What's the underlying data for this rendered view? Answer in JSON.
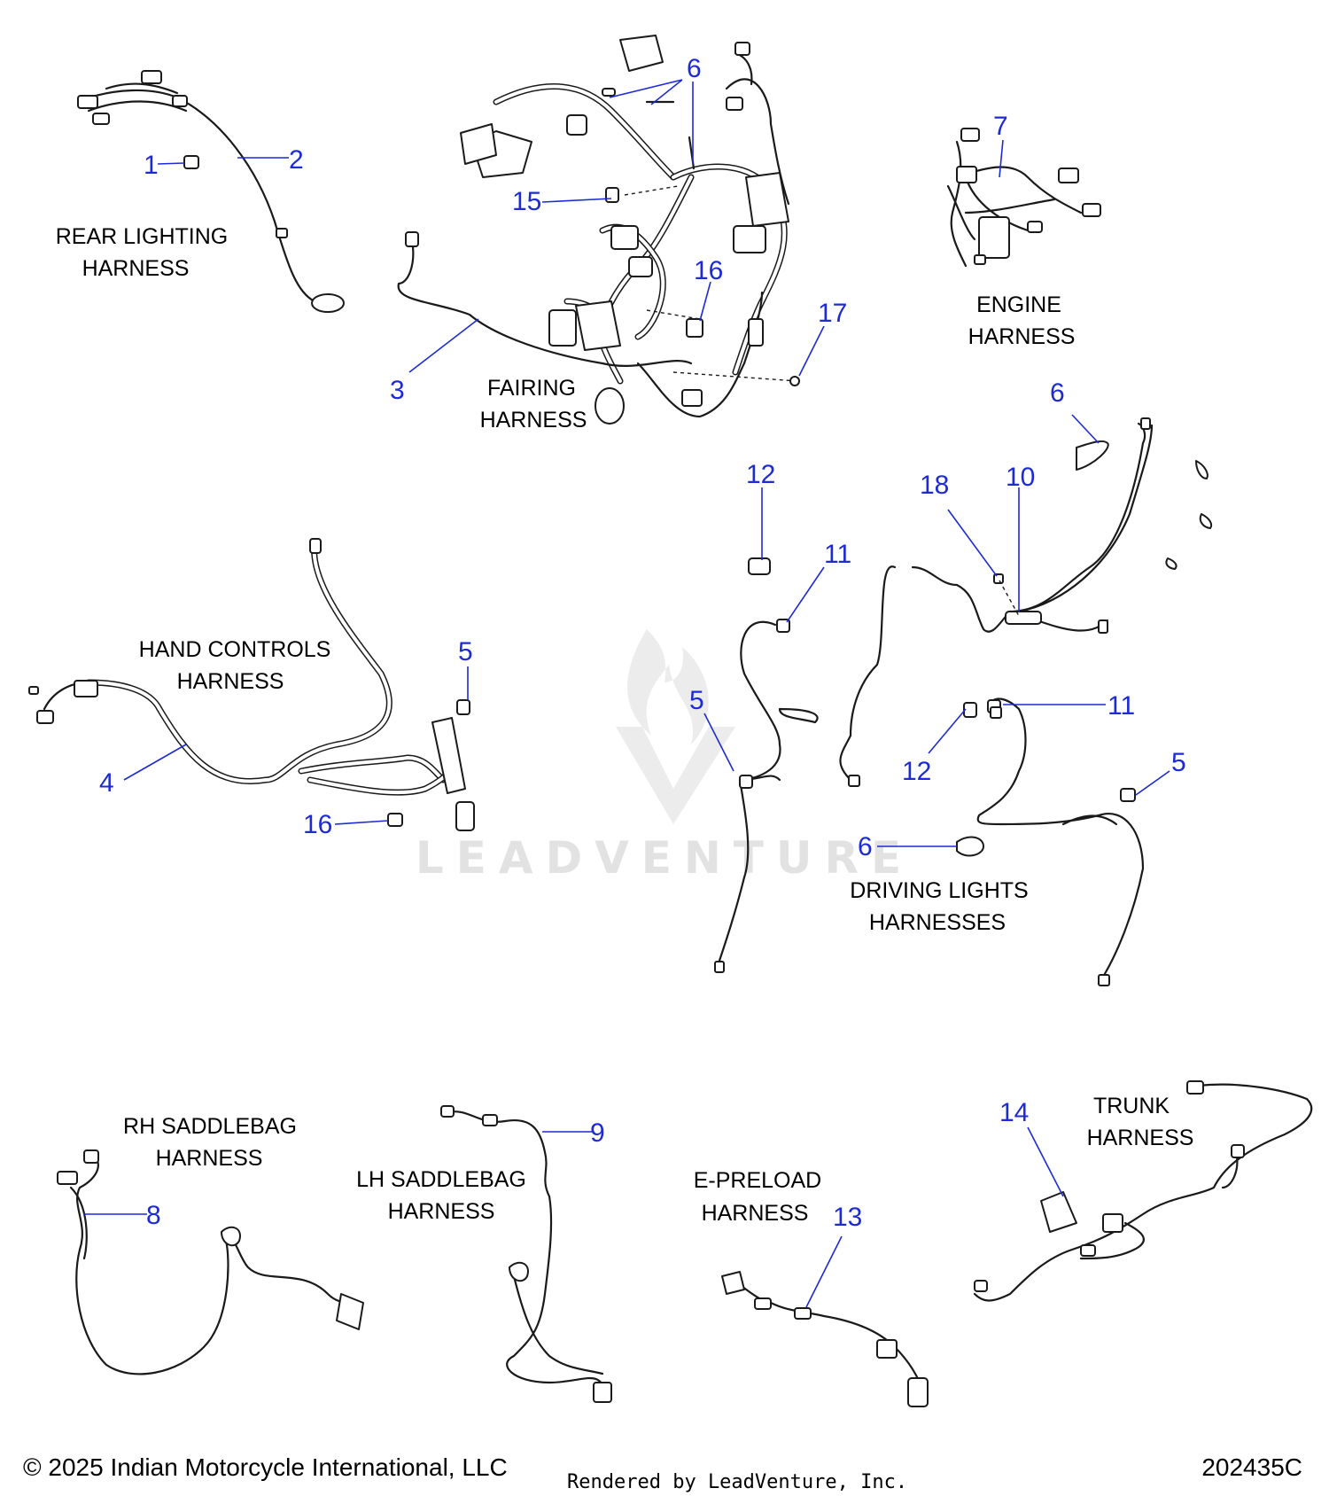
{
  "harness_labels": {
    "rear_lighting": [
      "REAR LIGHTING",
      "HARNESS"
    ],
    "fairing": [
      "FAIRING",
      "HARNESS"
    ],
    "engine": [
      "ENGINE",
      "HARNESS"
    ],
    "hand_controls": [
      "HAND CONTROLS",
      "HARNESS"
    ],
    "driving_lights": [
      "DRIVING LIGHTS",
      "HARNESSES"
    ],
    "rh_saddlebag": [
      "RH SADDLEBAG",
      "HARNESS"
    ],
    "lh_saddlebag": [
      "LH SADDLEBAG",
      "HARNESS"
    ],
    "e_preload": [
      "E-PRELOAD",
      "HARNESS"
    ],
    "trunk": [
      "TRUNK",
      "HARNESS"
    ]
  },
  "callouts": {
    "c1": "1",
    "c2": "2",
    "c3": "3",
    "c4": "4",
    "c5a": "5",
    "c5b": "5",
    "c5c": "5",
    "c6a": "6",
    "c6b": "6",
    "c6c": "6",
    "c7": "7",
    "c8": "8",
    "c9": "9",
    "c10": "10",
    "c11a": "11",
    "c11b": "11",
    "c12a": "12",
    "c12b": "12",
    "c13": "13",
    "c14": "14",
    "c15": "15",
    "c16a": "16",
    "c16b": "16",
    "c17": "17",
    "c18": "18"
  },
  "watermark": "LEADVENTURE",
  "footer": {
    "copyright": "© 2025 Indian Motorcycle International, LLC",
    "rendered_by": "Rendered by LeadVenture, Inc.",
    "code": "202435C"
  },
  "colors": {
    "callout": "#1d2bd6",
    "ink": "#1a1a1a",
    "watermark": "#e2e2e2"
  }
}
